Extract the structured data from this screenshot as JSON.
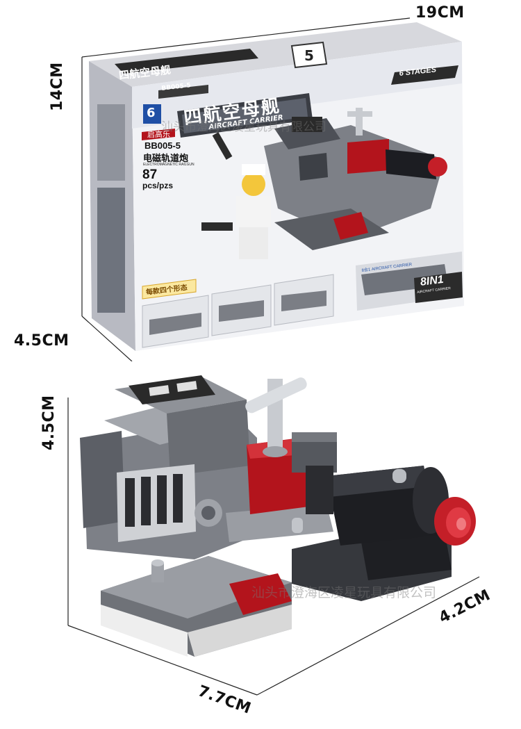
{
  "dimensions": {
    "box_width": "19CM",
    "box_height": "14CM",
    "box_depth": "4.5CM",
    "model_height": "4.5CM",
    "model_depth": "4.2CM",
    "model_length": "7.7CM"
  },
  "box": {
    "series_title": "四航空母舰",
    "series_subtitle": "AIRCRAFT CARRIER",
    "model_code": "BB005-5",
    "side_code": "BB005-5",
    "brand": "启高乐",
    "product_name_cn": "电磁轨道炮",
    "product_name_en": "ELECTROMAGNETIC RAILGUN",
    "piece_count": "87",
    "piece_unit": "pcs/pzs",
    "stages_badge": "6 STAGES",
    "box_number": "5",
    "combine_badge": "8IN1",
    "combine_sub": "AIRCRAFT CARRIER",
    "carrier_caption": "8合1 AIRCRAFT CARRIER",
    "variants_label": "每款四个形态"
  },
  "watermark": {
    "text": "汕头市澄海区凌星玩具有限公司"
  },
  "colors": {
    "brick_gray": "#8a8d92",
    "brick_dark": "#3c3e42",
    "brick_red": "#b3141c",
    "brick_white": "#eeeeee",
    "box_blue": "#1f4fa5"
  }
}
